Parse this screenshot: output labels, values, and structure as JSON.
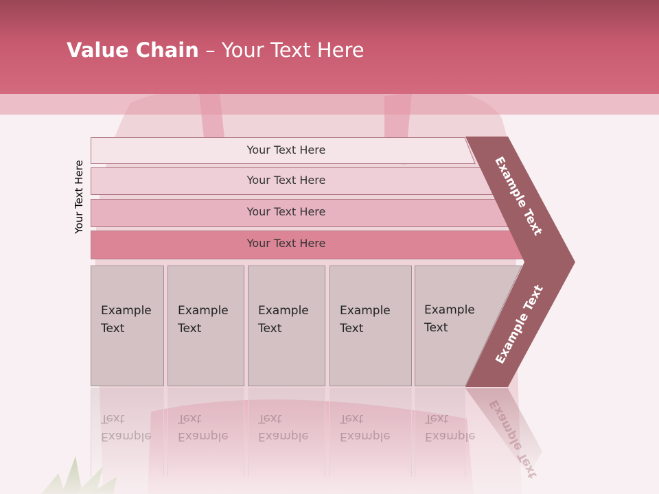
{
  "slide": {
    "title_bold": "Value Chain",
    "title_rest": " – Your Text Here"
  },
  "side_label": "Your Text Here",
  "bars": [
    {
      "label": "Your Text Here",
      "color": "#f5e4e8"
    },
    {
      "label": "Your Text Here",
      "color": "#efcfd7"
    },
    {
      "label": "Your Text Here",
      "color": "#e8b3c0"
    },
    {
      "label": "Your Text Here",
      "color": "#dc8597"
    }
  ],
  "boxes": [
    {
      "line1": "Example",
      "line2": "Text"
    },
    {
      "line1": "Example",
      "line2": "Text"
    },
    {
      "line1": "Example",
      "line2": "Text"
    },
    {
      "line1": "Example",
      "line2": "Text"
    },
    {
      "line1": "Example",
      "line2": "Text"
    }
  ],
  "chevron": {
    "upper_label": "Example Text",
    "lower_label": "Example Text",
    "color": "#9c5f66"
  }
}
